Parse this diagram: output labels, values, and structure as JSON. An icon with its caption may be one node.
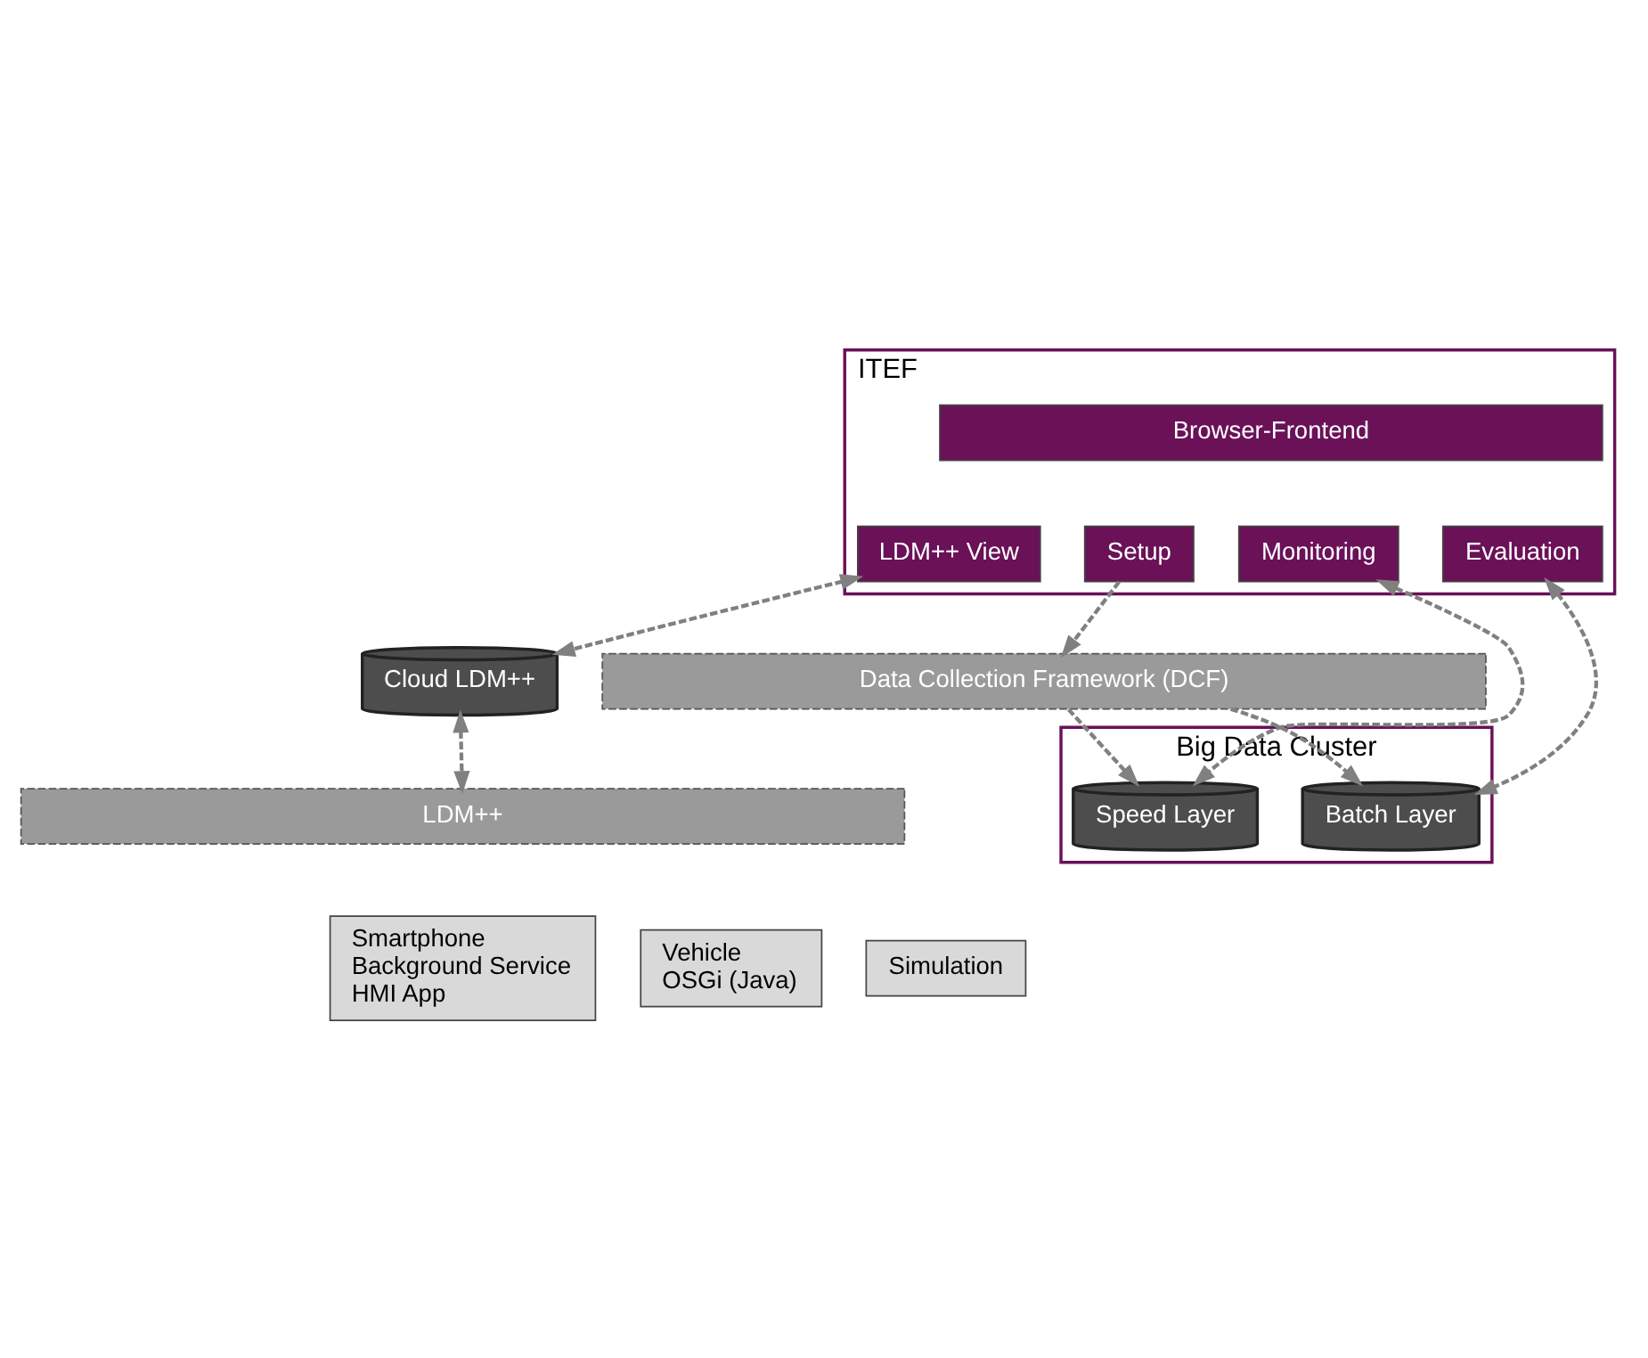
{
  "diagram": {
    "nodes": [
      {
        "text": [
          "ITEF"
        ]
      },
      {
        "text": [
          "Browser-Frontend"
        ],
        "in": 0
      },
      {
        "text": [
          "LDM++ View"
        ],
        "in": 0
      },
      {
        "text": [
          "Monitoring"
        ],
        "in": 0
      },
      {
        "text": [
          "Evaluation"
        ],
        "in": 0
      },
      {
        "text": [
          "Setup"
        ],
        "in": 0
      },
      {
        "text": [
          "Cloud LDM++"
        ]
      },
      {
        "text": [
          "Big Data Cluster"
        ]
      },
      {
        "text": [
          "Speed Layer"
        ],
        "in": 7
      },
      {
        "text": [
          "Batch Layer"
        ],
        "in": 7
      },
      {
        "text": [
          "Data Collection Framework (DCF)"
        ]
      },
      {
        "text": [
          "LDM++"
        ]
      },
      {
        "text": [
          "Vehicle",
          "OSGi (Java)"
        ]
      },
      {
        "text": [
          "Smartphone",
          "Background Service",
          "HMI App"
        ]
      },
      {
        "text": [
          "Simulation"
        ]
      }
    ],
    "edges": [
      {
        "from": 2,
        "to": 6,
        "arrow": "both",
        "style": "dashed"
      },
      {
        "from": 3,
        "to": 8,
        "arrow": "both",
        "style": "dashed"
      },
      {
        "from": 4,
        "to": 9,
        "arrow": "both",
        "style": "dashed"
      },
      {
        "from": 5,
        "to": 10,
        "arrow": "to",
        "style": "dashed"
      },
      {
        "from": 6,
        "to": 11,
        "arrow": "both",
        "style": "dashed"
      },
      {
        "from": 10,
        "to": 8,
        "arrow": "to",
        "style": "dashed"
      },
      {
        "from": 10,
        "to": 9,
        "arrow": "to",
        "style": "dashed"
      }
    ]
  }
}
